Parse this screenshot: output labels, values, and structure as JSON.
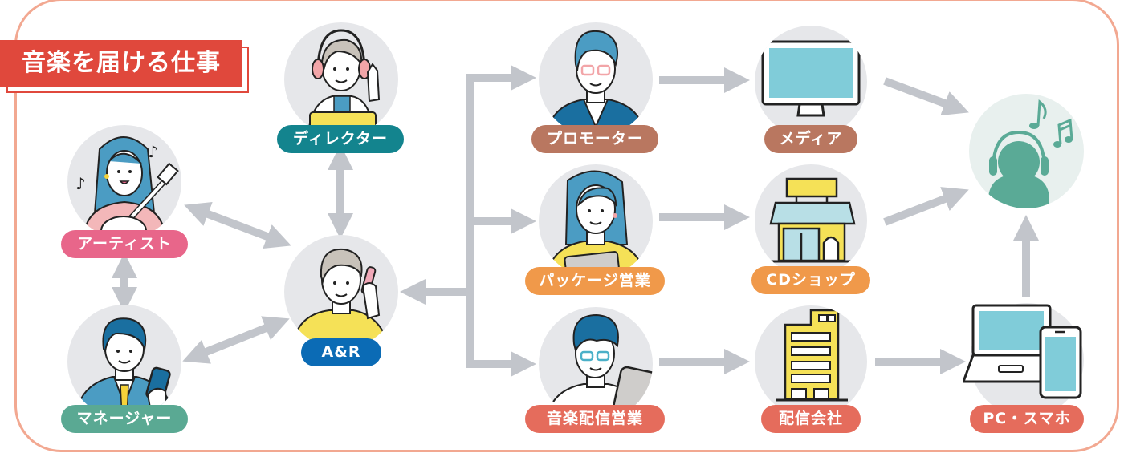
{
  "title": "音楽を届ける仕事",
  "colors": {
    "frame": "#f2a891",
    "title_bg": "#e0483c",
    "arrow": "#c2c5cb",
    "circle": "#e6e7ea",
    "listener_circle": "#e8f0ee",
    "listener": "#5aaa96"
  },
  "nodes": {
    "artist": {
      "label": "アーティスト",
      "color": "#e8668a",
      "icon": "artist-guitar-icon"
    },
    "manager": {
      "label": "マネージャー",
      "color": "#5aa993",
      "icon": "manager-phone-icon"
    },
    "director": {
      "label": "ディレクター",
      "color": "#13848e",
      "icon": "director-headphones-icon"
    },
    "ar": {
      "label": "A&R",
      "color": "#0b6bb5",
      "icon": "ar-phone-icon"
    },
    "promoter": {
      "label": "プロモーター",
      "color": "#b97760",
      "icon": "promoter-glasses-icon"
    },
    "package_sales": {
      "label": "パッケージ営業",
      "color": "#f0994a",
      "icon": "package-sales-icon"
    },
    "digital_sales": {
      "label": "音楽配信営業",
      "color": "#e56c5c",
      "icon": "digital-sales-icon"
    },
    "media": {
      "label": "メディア",
      "color": "#b97760",
      "icon": "tv-monitor-icon"
    },
    "cd_shop": {
      "label": "CDショップ",
      "color": "#f0994a",
      "icon": "store-icon"
    },
    "distributor": {
      "label": "配信会社",
      "color": "#e56c5c",
      "icon": "office-building-icon"
    },
    "pc_phone": {
      "label": "PC・スマホ",
      "color": "#e56c5c",
      "icon": "laptop-smartphone-icon"
    },
    "listener": {
      "label": "",
      "icon": "listener-headphones-icon"
    }
  },
  "connections": [
    {
      "from": "artist",
      "to": "manager",
      "type": "bidirectional"
    },
    {
      "from": "artist",
      "to": "ar",
      "type": "bidirectional"
    },
    {
      "from": "manager",
      "to": "ar",
      "type": "bidirectional"
    },
    {
      "from": "director",
      "to": "ar",
      "type": "bidirectional"
    },
    {
      "from": "branch",
      "to": "ar",
      "type": "one-way"
    },
    {
      "from": "branch",
      "to": "promoter",
      "type": "one-way"
    },
    {
      "from": "branch",
      "to": "package_sales",
      "type": "one-way"
    },
    {
      "from": "branch",
      "to": "digital_sales",
      "type": "one-way"
    },
    {
      "from": "promoter",
      "to": "media",
      "type": "one-way"
    },
    {
      "from": "package_sales",
      "to": "cd_shop",
      "type": "one-way"
    },
    {
      "from": "digital_sales",
      "to": "distributor",
      "type": "one-way"
    },
    {
      "from": "distributor",
      "to": "pc_phone",
      "type": "one-way"
    },
    {
      "from": "media",
      "to": "listener",
      "type": "one-way"
    },
    {
      "from": "cd_shop",
      "to": "listener",
      "type": "one-way"
    },
    {
      "from": "pc_phone",
      "to": "listener",
      "type": "one-way"
    }
  ]
}
